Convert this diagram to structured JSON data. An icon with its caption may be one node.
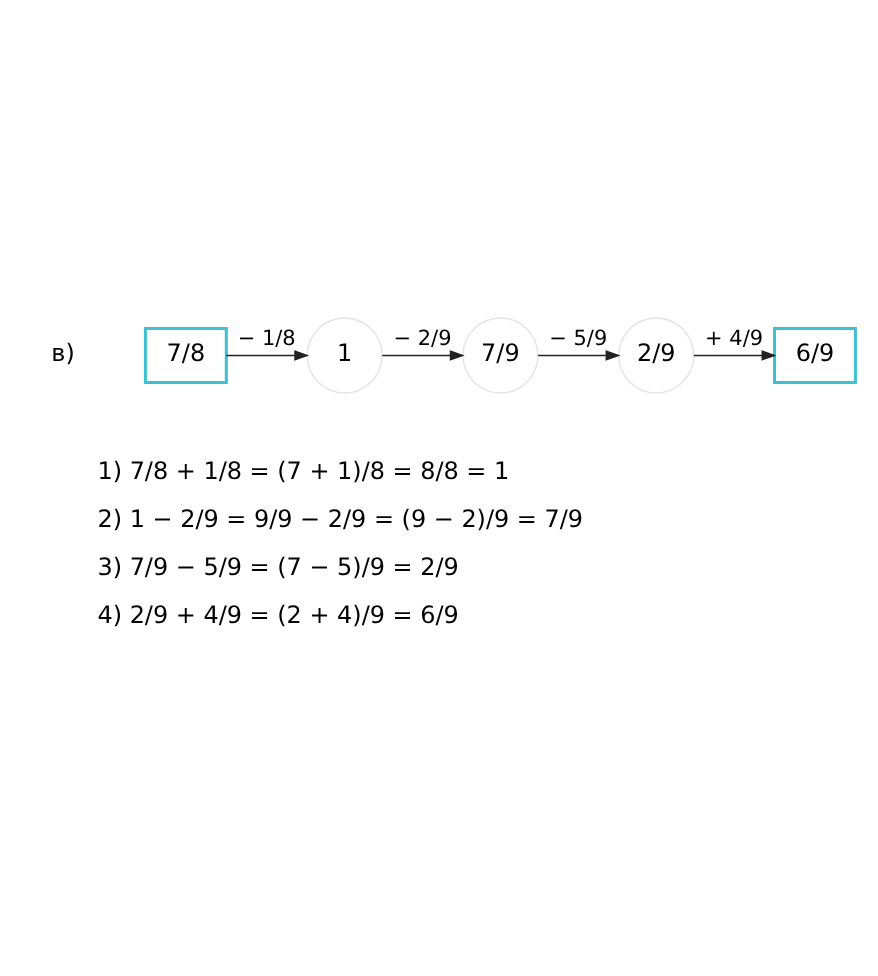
{
  "diagram": {
    "nodes": [
      {
        "text": [
          "7/8"
        ]
      },
      {
        "text": [
          "1"
        ]
      },
      {
        "text": [
          "7/9"
        ]
      },
      {
        "text": [
          "2/9"
        ]
      },
      {
        "text": [
          "6/9"
        ]
      }
    ],
    "edges": [
      {
        "from": 0,
        "to": 1,
        "arrow": "to",
        "label": "− 1/8"
      },
      {
        "from": 1,
        "to": 2,
        "arrow": "to",
        "label": "− 2/9"
      },
      {
        "from": 2,
        "to": 3,
        "arrow": "to",
        "label": "− 5/9"
      },
      {
        "from": 3,
        "to": 4,
        "arrow": "to",
        "label": "+ 4/9"
      }
    ],
    "labels": [
      "в)",
      "1) 7/8 + 1/8 = (7 + 1)/8 = 8/8 = 1",
      "2) 1 − 2/9 = 9/9 − 2/9 = (9 − 2)/9 = 7/9",
      "3) 7/9 − 5/9 = (7 − 5)/9 = 2/9",
      "4) 2/9 + 4/9 = (2 + 4)/9 = 6/9"
    ]
  }
}
